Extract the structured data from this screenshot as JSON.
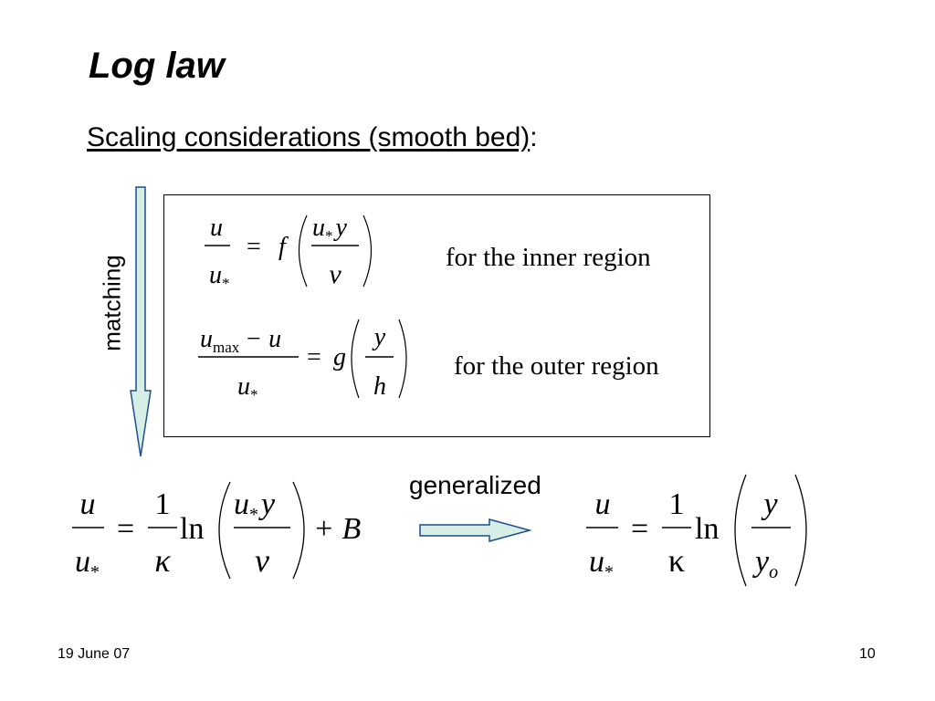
{
  "slide": {
    "title": "Log law",
    "subtitle_underlined": "Scaling considerations (smooth bed)",
    "subtitle_suffix": ":",
    "matching_label": "matching",
    "generalized_label": "generalized",
    "inner_region_label": "for the inner region",
    "outer_region_label": "for the outer region",
    "footer_date": "19 June 07",
    "page_number": "10"
  },
  "colors": {
    "arrow_fill": "#d7eee7",
    "arrow_stroke": "#1f4e8c"
  },
  "equations": {
    "inner": {
      "lhs_num": "u",
      "lhs_den": "u",
      "lhs_den_sub": "*",
      "func": "f",
      "arg_num": "u",
      "arg_num_sub": "*",
      "arg_num_tail": "y",
      "arg_den": "ν"
    },
    "outer": {
      "lhs_num": "u",
      "lhs_num_sub": "max",
      "lhs_num_tail": "− u",
      "lhs_den": "u",
      "lhs_den_sub": "*",
      "func": "g",
      "arg_num": "y",
      "arg_den": "h"
    },
    "log_law": {
      "lhs_num": "u",
      "lhs_den": "u",
      "lhs_den_sub": "*",
      "coef_num": "1",
      "coef_den": "κ",
      "ln": "ln",
      "arg_num": "u",
      "arg_num_sub": "*",
      "arg_num_tail": "y",
      "arg_den": "ν",
      "plus_const": "+ B"
    },
    "generalized_law": {
      "lhs_num": "u",
      "lhs_den": "u",
      "lhs_den_sub": "*",
      "coef_num": "1",
      "coef_den": "κ",
      "ln": "ln",
      "arg_num": "y",
      "arg_den": "y",
      "arg_den_sub": "o"
    }
  }
}
